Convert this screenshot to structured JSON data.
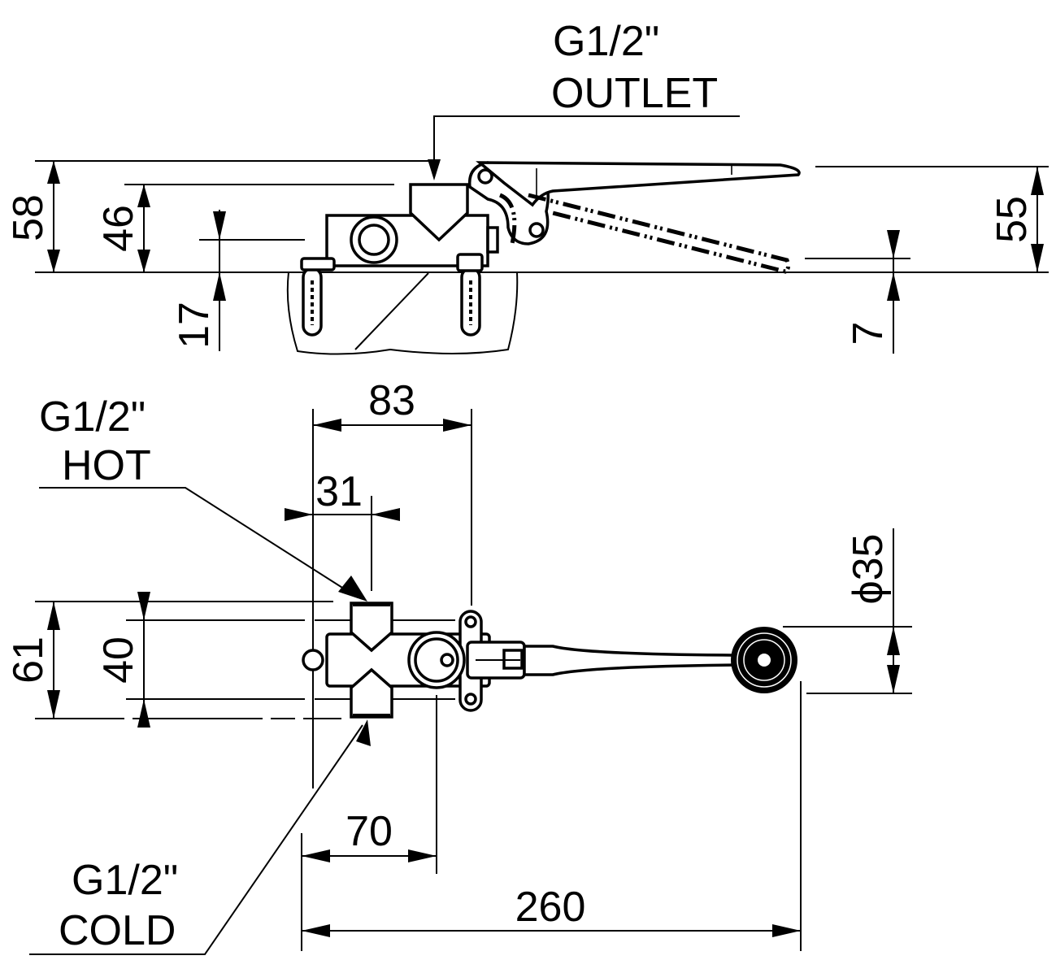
{
  "diagram": {
    "title": "Lever-operated wall mixer valve dimension drawing",
    "side_view": {
      "outlet_label_line1": "G1/2\"",
      "outlet_label_line2": "OUTLET",
      "dim_overall_height": "58",
      "dim_outlet_height": "46",
      "dim_inlet_center": "17",
      "dim_lever_height": "55",
      "dim_lever_clearance": "7"
    },
    "top_view": {
      "hot_label_line1": "G1/2\"",
      "hot_label_line2": "HOT",
      "cold_label_line1": "G1/2\"",
      "cold_label_line2": "COLD",
      "dim_mount_span": "83",
      "dim_inlet_offset": "31",
      "dim_inlet_spacing_outer": "61",
      "dim_inlet_spacing": "40",
      "dim_handle_diameter": "ϕ35",
      "dim_outlet_offset": "70",
      "dim_overall_length": "260"
    },
    "colors": {
      "line": "#000000",
      "background": "#ffffff"
    }
  }
}
